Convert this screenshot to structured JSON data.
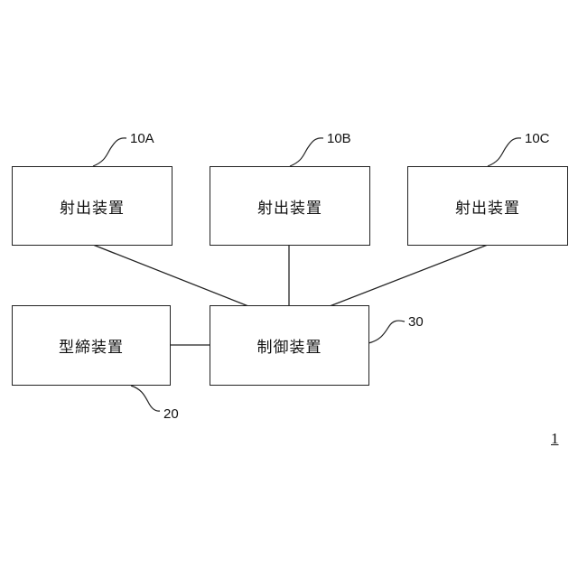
{
  "diagram": {
    "nodes": {
      "injection_a": {
        "label": "射出装置",
        "ref": "10A"
      },
      "injection_b": {
        "label": "射出装置",
        "ref": "10B"
      },
      "injection_c": {
        "label": "射出装置",
        "ref": "10C"
      },
      "clamping": {
        "label": "型締装置",
        "ref": "20"
      },
      "controller": {
        "label": "制御装置",
        "ref": "30"
      }
    },
    "connections": [
      [
        "injection_a",
        "controller"
      ],
      [
        "injection_b",
        "controller"
      ],
      [
        "injection_c",
        "controller"
      ],
      [
        "clamping",
        "controller"
      ]
    ],
    "figure_ref": "1"
  }
}
